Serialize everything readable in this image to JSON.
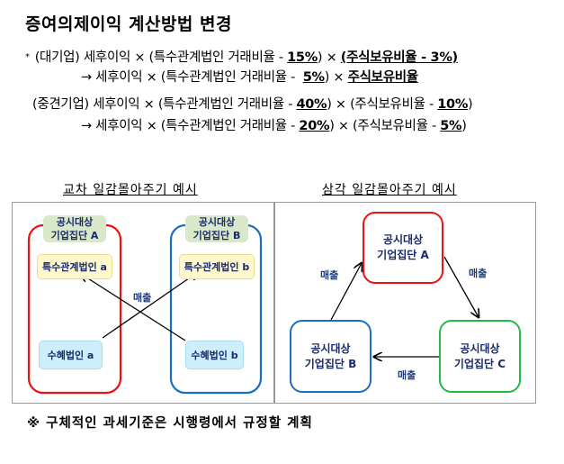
{
  "title": "증여의제이익 계산방법 변경",
  "formulas": {
    "large": {
      "marker": "*",
      "label": "(대기업)",
      "old": {
        "a": "세후이익 × (특수관계법인 거래비율 - ",
        "b": "15%",
        "c": ") × ",
        "d": "(주식보유비율 - 3%)"
      },
      "new": {
        "a": "→ 세후이익 × (특수관계법인 거래비율 - ",
        "b": "5%",
        "c": ") × ",
        "d": "주식보유비율"
      }
    },
    "mid": {
      "label": "(중견기업)",
      "old": {
        "a": "세후이익 × (특수관계법인 거래비율 - ",
        "b": "40%",
        "c": ") × (주식보유비율 - ",
        "d": "10%",
        "e": ")"
      },
      "new": {
        "a": "→ 세후이익 × (특수관계법인 거래비율 - ",
        "b": "20%",
        "c": ") × (주식보유비율 - ",
        "d": "5%",
        "e": ")"
      }
    }
  },
  "cross": {
    "title": "교차 일감몰아주기 예시",
    "group_a": {
      "label_line1": "공시대상",
      "label_line2": "기업집단 A",
      "related": "특수관계법인 a",
      "beneficiary": "수혜법인 a"
    },
    "group_b": {
      "label_line1": "공시대상",
      "label_line2": "기업집단 B",
      "related": "특수관계법인 b",
      "beneficiary": "수혜법인 b"
    },
    "sales": "매출",
    "colors": {
      "group_a": "#ee1111",
      "group_b": "#1a6fc4",
      "label_bg": "#d9e8c8",
      "related_bg": "#fff8cc",
      "beneficiary_bg": "#cdeefa"
    }
  },
  "triangle": {
    "title": "삼각 일감몰아주기 예시",
    "a": {
      "line1": "공시대상",
      "line2": "기업집단 A"
    },
    "b": {
      "line1": "공시대상",
      "line2": "기업집단 B"
    },
    "c": {
      "line1": "공시대상",
      "line2": "기업집단 C"
    },
    "sales_left": "매출",
    "sales_right": "매출",
    "sales_bottom": "매출",
    "colors": {
      "a": "#ee1111",
      "b": "#1a6fc4",
      "c": "#22bb44"
    }
  },
  "note": "※  구체적인 과세기준은 시행령에서 규정할 계획"
}
